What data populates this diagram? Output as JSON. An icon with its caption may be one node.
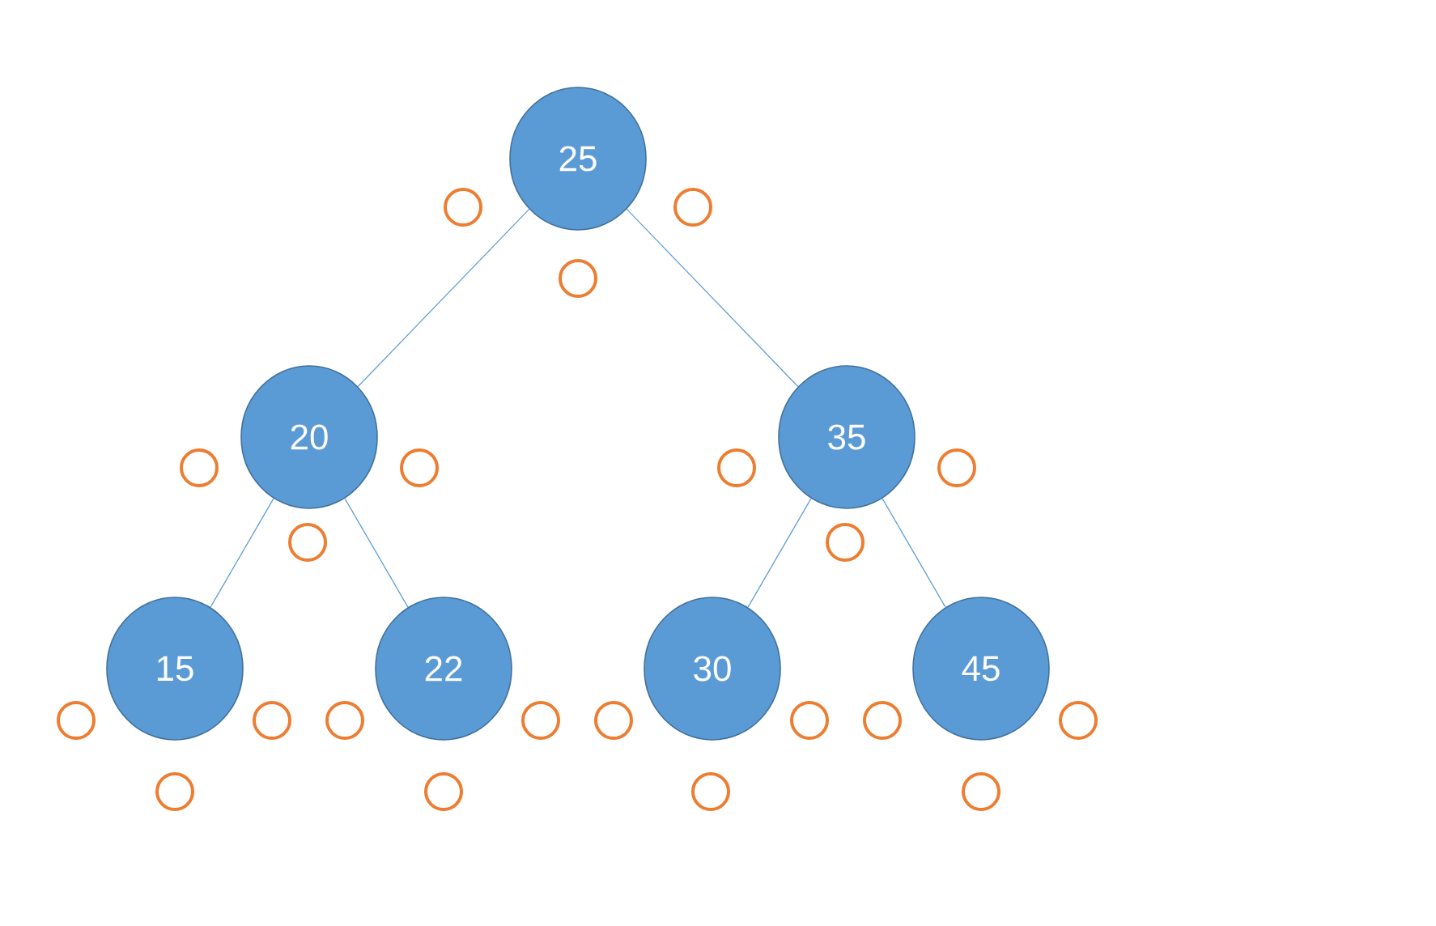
{
  "diagram": {
    "nodes": [
      {
        "text": [
          "25"
        ]
      },
      {
        "text": [
          "20"
        ]
      },
      {
        "text": [
          "35"
        ]
      },
      {
        "text": [
          "15"
        ]
      },
      {
        "text": [
          "22"
        ]
      },
      {
        "text": [
          "30"
        ]
      },
      {
        "text": [
          "45"
        ]
      },
      {
        "text": [],
        "shape": "circle"
      },
      {
        "text": [],
        "shape": "circle"
      },
      {
        "text": [],
        "shape": "circle"
      },
      {
        "text": [],
        "shape": "circle"
      },
      {
        "text": [],
        "shape": "circle"
      },
      {
        "text": [],
        "shape": "circle"
      },
      {
        "text": [],
        "shape": "circle"
      },
      {
        "text": [],
        "shape": "circle"
      },
      {
        "text": [],
        "shape": "circle"
      },
      {
        "text": [],
        "shape": "circle"
      },
      {
        "text": [],
        "shape": "circle"
      },
      {
        "text": [],
        "shape": "circle"
      },
      {
        "text": [],
        "shape": "circle"
      },
      {
        "text": [],
        "shape": "circle"
      },
      {
        "text": [],
        "shape": "circle"
      },
      {
        "text": [],
        "shape": "circle"
      },
      {
        "text": [],
        "shape": "circle"
      },
      {
        "text": [],
        "shape": "circle"
      },
      {
        "text": [],
        "shape": "circle"
      },
      {
        "text": [],
        "shape": "circle"
      },
      {
        "text": [],
        "shape": "circle"
      }
    ],
    "edges": [
      {
        "from": 0,
        "to": 1,
        "arrow": "none"
      },
      {
        "from": 0,
        "to": 2,
        "arrow": "none"
      },
      {
        "from": 1,
        "to": 3,
        "arrow": "none"
      },
      {
        "from": 1,
        "to": 4,
        "arrow": "none"
      },
      {
        "from": 2,
        "to": 5,
        "arrow": "none"
      },
      {
        "from": 2,
        "to": 6,
        "arrow": "none"
      }
    ]
  }
}
